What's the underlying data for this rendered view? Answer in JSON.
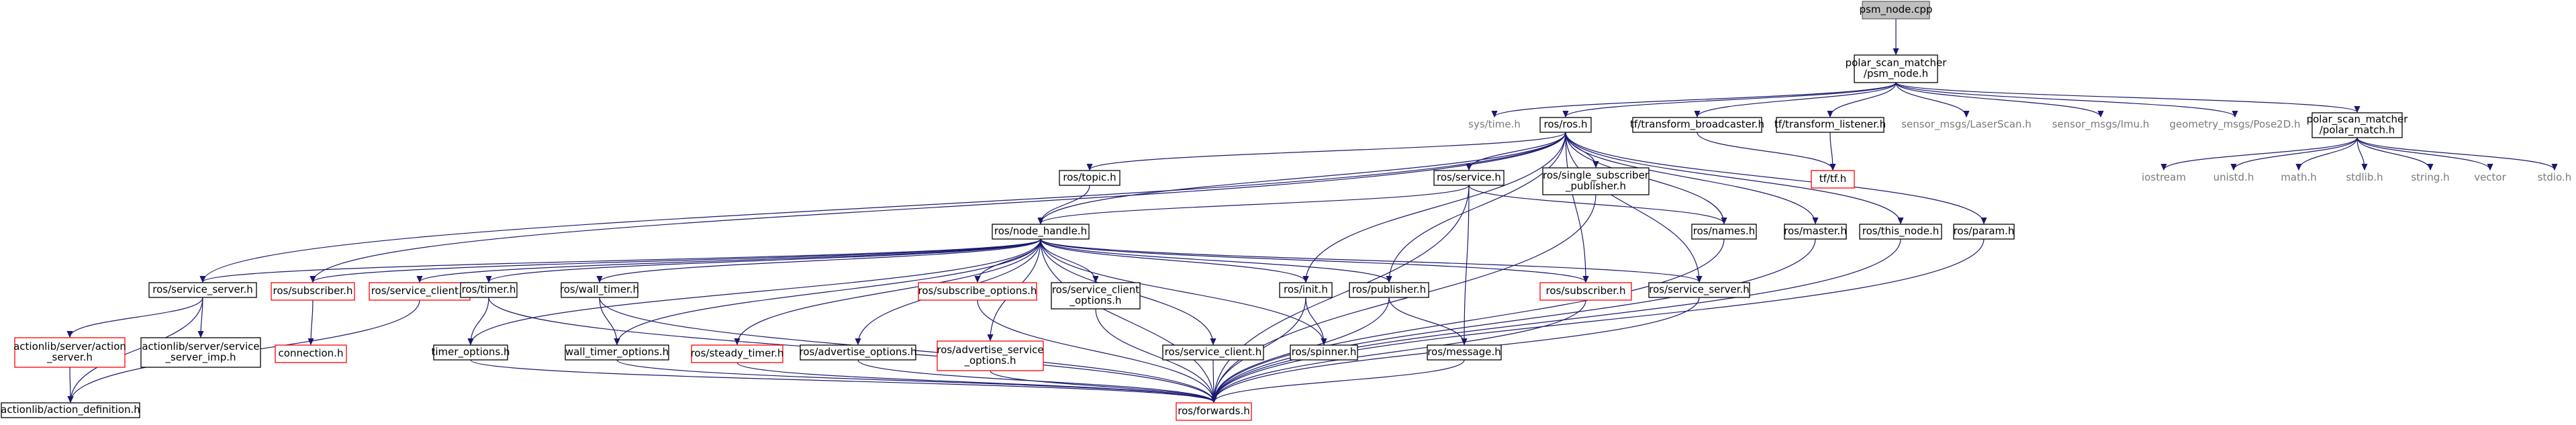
{
  "colors": {
    "edge": "#191970",
    "root_fill": "#bfbfbf",
    "root_border": "#666666",
    "normal_border": "#000000",
    "missing_border": "#ff0000",
    "external_text": "#7a7a7a"
  },
  "nodes": [
    {
      "id": "psm_node_cpp",
      "lines": [
        "psm_node.cpp"
      ],
      "kind": "root"
    },
    {
      "id": "polar_scan_matcher_psm_node_h",
      "lines": [
        "polar_scan_matcher",
        "/psm_node.h"
      ],
      "kind": "normal"
    },
    {
      "id": "sys_time_h",
      "lines": [
        "sys/time.h"
      ],
      "kind": "external"
    },
    {
      "id": "ros_ros_h",
      "lines": [
        "ros/ros.h"
      ],
      "kind": "normal"
    },
    {
      "id": "tf_transform_broadcaster_h",
      "lines": [
        "tf/transform_broadcaster.h"
      ],
      "kind": "normal"
    },
    {
      "id": "tf_transform_listener_h",
      "lines": [
        "tf/transform_listener.h"
      ],
      "kind": "normal"
    },
    {
      "id": "sensor_msgs_laserscan_h",
      "lines": [
        "sensor_msgs/LaserScan.h"
      ],
      "kind": "external"
    },
    {
      "id": "sensor_msgs_imu_h",
      "lines": [
        "sensor_msgs/Imu.h"
      ],
      "kind": "external"
    },
    {
      "id": "geometry_msgs_pose2d_h",
      "lines": [
        "geometry_msgs/Pose2D.h"
      ],
      "kind": "external"
    },
    {
      "id": "polar_scan_matcher_polar_match_h",
      "lines": [
        "polar_scan_matcher",
        "/polar_match.h"
      ],
      "kind": "normal"
    },
    {
      "id": "tf_tf_h",
      "lines": [
        "tf/tf.h"
      ],
      "kind": "missing"
    },
    {
      "id": "iostream",
      "lines": [
        "iostream"
      ],
      "kind": "external"
    },
    {
      "id": "unistd_h",
      "lines": [
        "unistd.h"
      ],
      "kind": "external"
    },
    {
      "id": "math_h",
      "lines": [
        "math.h"
      ],
      "kind": "external"
    },
    {
      "id": "stdlib_h",
      "lines": [
        "stdlib.h"
      ],
      "kind": "external"
    },
    {
      "id": "string_h",
      "lines": [
        "string.h"
      ],
      "kind": "external"
    },
    {
      "id": "vector",
      "lines": [
        "vector"
      ],
      "kind": "external"
    },
    {
      "id": "stdio_h",
      "lines": [
        "stdio.h"
      ],
      "kind": "external"
    },
    {
      "id": "ros_topic_h",
      "lines": [
        "ros/topic.h"
      ],
      "kind": "normal"
    },
    {
      "id": "ros_service_h",
      "lines": [
        "ros/service.h"
      ],
      "kind": "normal"
    },
    {
      "id": "ros_single_subscriber_publisher_h",
      "lines": [
        "ros/single_subscriber",
        "_publisher.h"
      ],
      "kind": "normal"
    },
    {
      "id": "ros_names_h",
      "lines": [
        "ros/names.h"
      ],
      "kind": "normal"
    },
    {
      "id": "ros_master_h",
      "lines": [
        "ros/master.h"
      ],
      "kind": "normal"
    },
    {
      "id": "ros_this_node_h",
      "lines": [
        "ros/this_node.h"
      ],
      "kind": "normal"
    },
    {
      "id": "ros_param_h",
      "lines": [
        "ros/param.h"
      ],
      "kind": "normal"
    },
    {
      "id": "ros_node_handle_h",
      "lines": [
        "ros/node_handle.h"
      ],
      "kind": "normal"
    },
    {
      "id": "ros_service_server_h_left",
      "lines": [
        "ros/service_server.h"
      ],
      "kind": "normal"
    },
    {
      "id": "ros_subscriber_h_left",
      "lines": [
        "ros/subscriber.h"
      ],
      "kind": "missing"
    },
    {
      "id": "ros_service_client_h_left",
      "lines": [
        "ros/service_client.h"
      ],
      "kind": "missing"
    },
    {
      "id": "ros_timer_h",
      "lines": [
        "ros/timer.h"
      ],
      "kind": "normal"
    },
    {
      "id": "ros_wall_timer_h",
      "lines": [
        "ros/wall_timer.h"
      ],
      "kind": "normal"
    },
    {
      "id": "ros_subscribe_options_h",
      "lines": [
        "ros/subscribe_options.h"
      ],
      "kind": "missing"
    },
    {
      "id": "ros_service_client_options_h",
      "lines": [
        "ros/service_client",
        "_options.h"
      ],
      "kind": "normal"
    },
    {
      "id": "ros_init_h",
      "lines": [
        "ros/init.h"
      ],
      "kind": "normal"
    },
    {
      "id": "ros_publisher_h",
      "lines": [
        "ros/publisher.h"
      ],
      "kind": "normal"
    },
    {
      "id": "ros_subscriber_h_right",
      "lines": [
        "ros/subscriber.h"
      ],
      "kind": "missing"
    },
    {
      "id": "ros_service_server_h_right",
      "lines": [
        "ros/service_server.h"
      ],
      "kind": "normal"
    },
    {
      "id": "actionlib_server_action_server_h",
      "lines": [
        "actionlib/server/action",
        "_server.h"
      ],
      "kind": "missing"
    },
    {
      "id": "actionlib_server_service_server_imp_h",
      "lines": [
        "actionlib/server/service",
        "_server_imp.h"
      ],
      "kind": "normal"
    },
    {
      "id": "connection_h",
      "lines": [
        "connection.h"
      ],
      "kind": "missing"
    },
    {
      "id": "timer_options_h",
      "lines": [
        "timer_options.h"
      ],
      "kind": "normal"
    },
    {
      "id": "wall_timer_options_h",
      "lines": [
        "wall_timer_options.h"
      ],
      "kind": "normal"
    },
    {
      "id": "ros_steady_timer_h",
      "lines": [
        "ros/steady_timer.h"
      ],
      "kind": "missing"
    },
    {
      "id": "ros_advertise_options_h",
      "lines": [
        "ros/advertise_options.h"
      ],
      "kind": "normal"
    },
    {
      "id": "ros_advertise_service_options_h",
      "lines": [
        "ros/advertise_service",
        "_options.h"
      ],
      "kind": "missing"
    },
    {
      "id": "ros_service_client_h_mid",
      "lines": [
        "ros/service_client.h"
      ],
      "kind": "normal"
    },
    {
      "id": "ros_spinner_h",
      "lines": [
        "ros/spinner.h"
      ],
      "kind": "normal"
    },
    {
      "id": "ros_message_h",
      "lines": [
        "ros/message.h"
      ],
      "kind": "normal"
    },
    {
      "id": "actionlib_action_definition_h",
      "lines": [
        "actionlib/action_definition.h"
      ],
      "kind": "normal"
    },
    {
      "id": "ros_forwards_h",
      "lines": [
        "ros/forwards.h"
      ],
      "kind": "missing"
    }
  ]
}
